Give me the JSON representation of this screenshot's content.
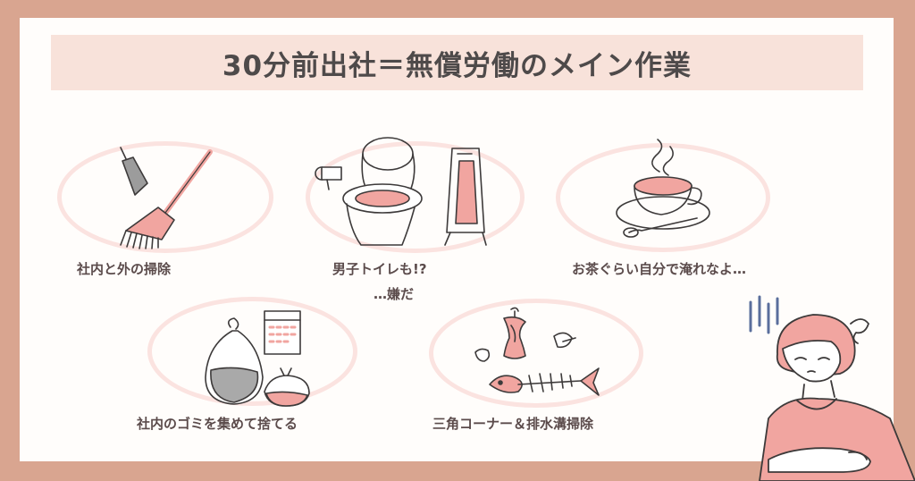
{
  "title": "30分前出社＝無償労働のメイン作業",
  "items": [
    {
      "label": "社内と外の掃除",
      "icon": "broom-dustpan-icon"
    },
    {
      "label": "男子トイレも!?",
      "label2": "…嫌だ",
      "icon": "toilet-urinal-icon"
    },
    {
      "label": "お茶ぐらい自分で淹れなよ…",
      "icon": "tea-cup-icon"
    },
    {
      "label": "社内のゴミを集めて捨てる",
      "icon": "garbage-bags-icon"
    },
    {
      "label": "三角コーナー＆排水溝掃除",
      "icon": "food-waste-icon"
    }
  ],
  "person_icon": "tired-woman-icon",
  "colors": {
    "background": "#d9a590",
    "card": "#fffdfb",
    "title_band": "#f8e2da",
    "oval": "#fbe3e0",
    "accent_pink": "#f1a5a0",
    "text": "#4e4a4a"
  }
}
